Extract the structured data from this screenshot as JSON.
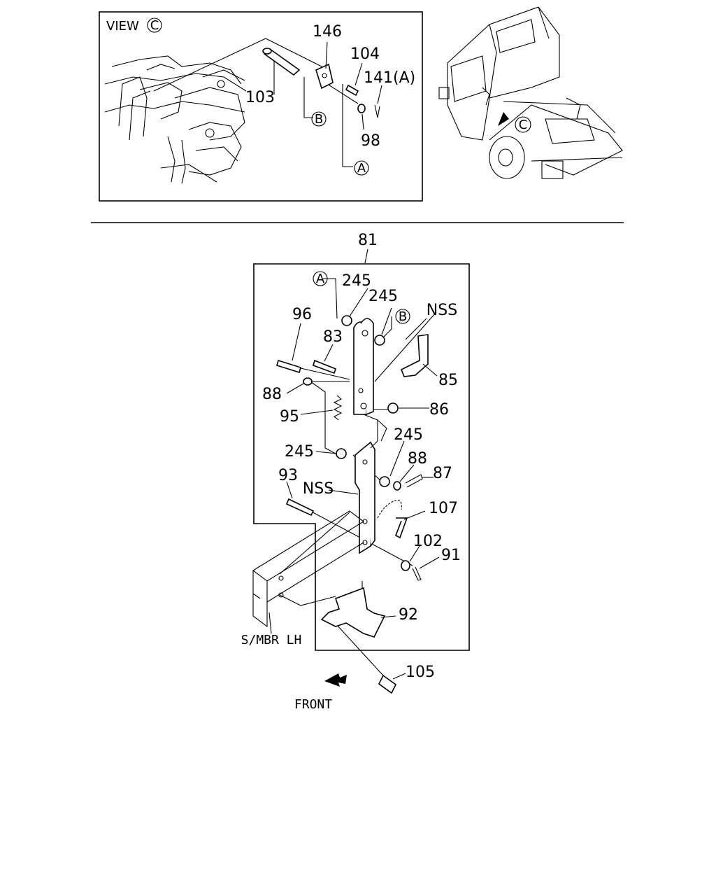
{
  "view_panel": {
    "view_label": "VIEW",
    "view_circle": "C",
    "callouts": {
      "p146": "146",
      "p104": "104",
      "p141": "141(A)",
      "p103": "103",
      "p98": "98",
      "ref_b": "B",
      "ref_a": "A"
    }
  },
  "truck_view": {
    "view_circle": "C"
  },
  "main_assembly": {
    "assembly_number": "81",
    "callouts": {
      "ref_a": "A",
      "ref_b": "B",
      "p245_a": "245",
      "p245_b": "245",
      "p245_c": "245",
      "p245_d": "245",
      "nss_top": "NSS",
      "nss_mid": "NSS",
      "p96": "96",
      "p83": "83",
      "p85": "85",
      "p86": "86",
      "p88_a": "88",
      "p88_b": "88",
      "p95": "95",
      "p87": "87",
      "p93": "93",
      "p107": "107",
      "p102": "102",
      "p91": "91",
      "p92": "92",
      "p105": "105"
    },
    "frame_label": "S/MBR LH",
    "front_label": "FRONT"
  }
}
